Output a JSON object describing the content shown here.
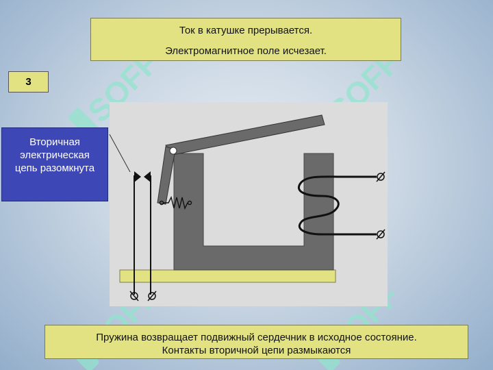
{
  "top_note": {
    "line1": "Ток в катушке прерывается.",
    "line2": "Электромагнитное поле исчезает."
  },
  "step_badge": "3",
  "callout": {
    "line1": "Вторичная",
    "line2": "электрическая",
    "line3": "цепь разомкнута"
  },
  "bottom_note": {
    "line1": "Пружина возвращает подвижный сердечник в исходное состояние.",
    "line2": "Контакты вторичной цепи размыкаются"
  },
  "watermark_text": "SOFF",
  "colors": {
    "note_fill": "#e3e283",
    "callout_fill": "#3d47b5",
    "panel_fill": "#dcdcdc",
    "core_fill": "#6a6a6a",
    "watermark": "#90e6cc"
  }
}
